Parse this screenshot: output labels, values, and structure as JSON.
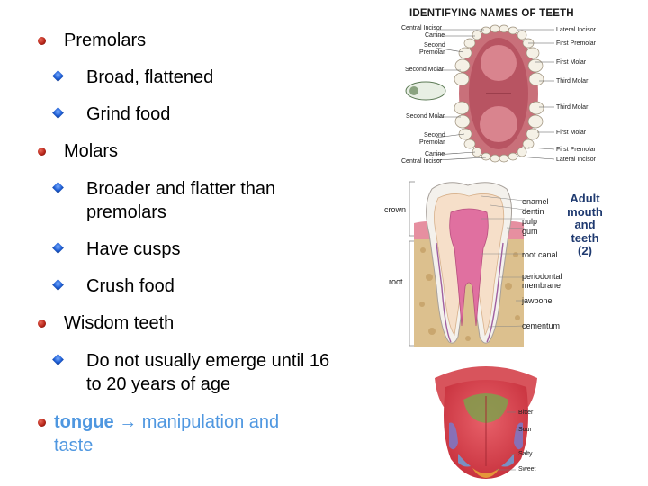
{
  "bullets": {
    "premolars": "Premolars",
    "premolars_sub1": "Broad, flattened",
    "premolars_sub2": "Grind food",
    "molars": "Molars",
    "molars_sub1": "Broader and flatter than premolars",
    "molars_sub2": "Have cusps",
    "molars_sub3": "Crush food",
    "wisdom": "Wisdom teeth",
    "wisdom_sub1": "Do not usually emerge until 16 to 20 years of age",
    "tongue_word": "tongue",
    "tongue_arrow": "→",
    "tongue_rest": "manipulation and taste"
  },
  "teeth_figure": {
    "title": "IDENTIFYING NAMES OF TEETH",
    "left_labels": [
      "Central Incisor",
      "Canine",
      "Second",
      "Premolar",
      "Second Molar",
      "Second Molar",
      "Second",
      "Premolar",
      "Canine",
      "Central Incisor"
    ],
    "right_labels": [
      "Lateral Incisor",
      "First Premolar",
      "First Molar",
      "Third Molar",
      "Third Molar",
      "First Molar",
      "First Premolar",
      "Lateral Incisor"
    ]
  },
  "tooth_section": {
    "left_labels": [
      "crown",
      "root"
    ],
    "right_labels": [
      "enamel",
      "dentin",
      "pulp",
      "gum",
      "root canal",
      "periodontal",
      "membrane",
      "jawbone",
      "cementum"
    ],
    "caption": [
      "Adult",
      "mouth",
      "and",
      "teeth",
      "(2)"
    ]
  },
  "tongue_figure": {
    "labels": [
      "Bitter",
      "Sour",
      "Salty",
      "Sweet"
    ]
  },
  "colors": {
    "bullet_red": "#b8261a",
    "bullet_blue": "#1f5fd6",
    "tongue_text": "#4f97e0",
    "caption_navy": "#1f3a70"
  }
}
